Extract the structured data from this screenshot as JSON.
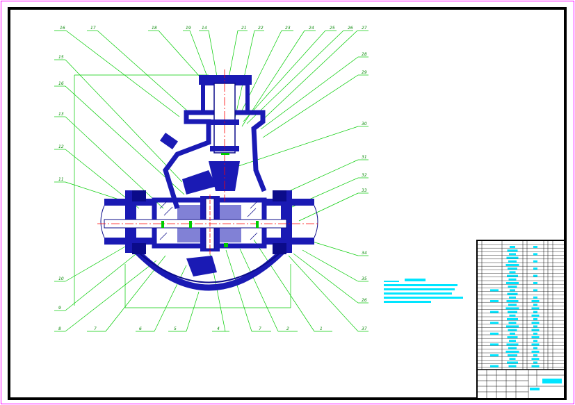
{
  "labels_top": [
    "16",
    "17",
    "18",
    "19",
    "14",
    "21",
    "22",
    "23",
    "24",
    "25",
    "26",
    "27"
  ],
  "labels_left": [
    "15",
    "16",
    "13",
    "12",
    "11",
    "10",
    "9",
    "8"
  ],
  "labels_right": [
    "28",
    "29",
    "30",
    "31",
    "32",
    "33",
    "34",
    "35",
    "26",
    "37"
  ],
  "labels_bottom": [
    "7",
    "6",
    "5",
    "4",
    "7",
    "2",
    "1"
  ],
  "colors": {
    "frame": "#000000",
    "outer_border": "#ff00ff",
    "leader": "#00cc00",
    "part": "#1a1ab4",
    "part_dark": "#0b0b8a",
    "centerline": "#ff0000",
    "note": "#00e5ff"
  }
}
